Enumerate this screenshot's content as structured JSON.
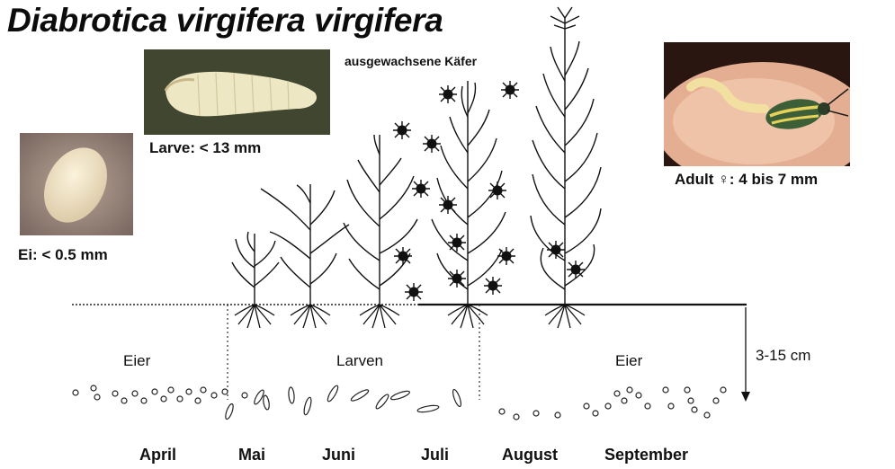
{
  "title": "Diabrotica virgifera virgifera",
  "labels": {
    "adult_beetles": "ausgewachsene Käfer",
    "larva": "Larve: < 13 mm",
    "egg": "Ei: < 0.5 mm",
    "adult": "Adult ♀: 4 bis 7 mm",
    "depth": "3-15 cm"
  },
  "zones": [
    "Eier",
    "Larven",
    "Eier"
  ],
  "months": [
    "April",
    "Mai",
    "Juni",
    "Juli",
    "August",
    "September"
  ],
  "colors": {
    "larva_bg": "#3a3f2a",
    "larva_body": "#eee7c4",
    "egg_bg": "#9a8a80",
    "egg": "#efe3c6",
    "finger": "#e8b79c",
    "beetle": "#3d5f38",
    "beetle_stripe": "#e6d25a"
  },
  "icons": {
    "larva_photo": "larva-photo",
    "egg_photo": "egg-photo",
    "adult_photo": "adult-beetle-photo"
  }
}
